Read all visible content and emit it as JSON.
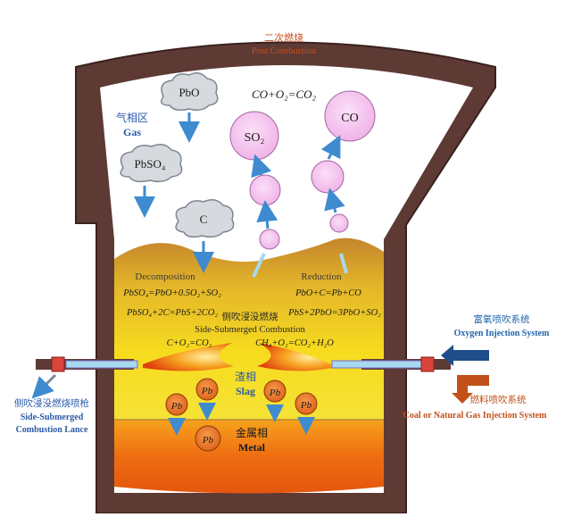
{
  "zones": {
    "post_combustion_cn": "二次燃烧",
    "post_combustion_en": "Post Combustion",
    "post_combustion_eq": "CO+O₂=CO₂",
    "gas_cn": "气相区",
    "gas_en": "Gas",
    "decomposition": "Decomposition",
    "decomp_eq1": "PbSO₄=PbO+0.5O₂+SO₂",
    "decomp_eq2": "PbSO₄+2C=PbS+2CO₂",
    "reduction": "Reduction",
    "reduct_eq1": "PbO+C=Pb+CO",
    "reduct_eq2": "PbS+2PbO=3PbO+SO₂",
    "ssc_cn": "侧吹浸没燃烧",
    "ssc_en": "Side-Submerged Combustion",
    "ssc_eq1": "C+O₂=CO₂",
    "ssc_eq2": "CH₄+O₂=CO₂+H₂O",
    "slag_cn": "渣相",
    "slag_en": "Slag",
    "metal_cn": "金属相",
    "metal_en": "Metal"
  },
  "clouds": {
    "pbo": "PbO",
    "pbso4": "PbSO₄",
    "c": "C"
  },
  "bubbles": {
    "so2": "SO₂",
    "co": "CO"
  },
  "pb_label": "Pb",
  "lance": {
    "cn": "侧吹浸没燃烧喷枪",
    "en1": "Side-Submerged",
    "en2": "Combustion Lance"
  },
  "oxygen": {
    "cn": "富氧喷吹系统",
    "en": "Oxygen Injection System"
  },
  "fuel": {
    "cn": "燃料喷吹系统",
    "en": "Coal or Natural Gas Injection System"
  },
  "colors": {
    "wall": "#5e3a35",
    "wall_edge": "#3a211e",
    "slag_top": "#c4892c",
    "slag_mid": "#f5d21a",
    "metal": "#f07a10",
    "bubble": "#f4c0ee",
    "arrow_blue": "#3e8bd0",
    "oxygen_text": "#1f62a8",
    "fuel_text": "#c2501a"
  }
}
